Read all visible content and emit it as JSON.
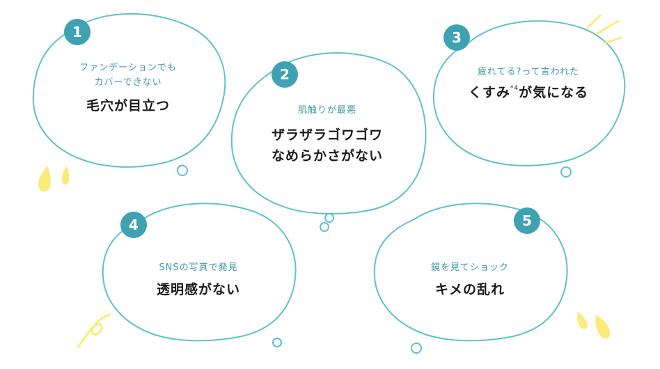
{
  "colors": {
    "outline": "#5fc1cd",
    "badge": "#3ea2b1",
    "subtext": "#3c9aa6",
    "maintext": "#1b1b1b",
    "accent": "#fbeb7a"
  },
  "bubbles": [
    {
      "number": "1",
      "sub_lines": [
        "ファンデーションでも",
        "カバーできない"
      ],
      "main_lines": [
        "毛穴が目立つ"
      ]
    },
    {
      "number": "2",
      "sub_lines": [
        "肌触りが最悪"
      ],
      "main_lines": [
        "ザラザラゴワゴワ",
        "なめらかさがない"
      ]
    },
    {
      "number": "3",
      "sub_lines": [
        "疲れてる?って言われた"
      ],
      "main_before": "くすみ",
      "main_sup": "*4",
      "main_after": "が気になる"
    },
    {
      "number": "4",
      "sub_lines": [
        "SNSの写真で発見"
      ],
      "main_lines": [
        "透明感がない"
      ]
    },
    {
      "number": "5",
      "sub_lines": [
        "鏡を見てショック"
      ],
      "main_lines": [
        "キメの乱れ"
      ]
    }
  ],
  "decorations": [
    "water-drops-icon",
    "sparkle-lines-icon",
    "squiggle-icon",
    "water-drops-icon"
  ]
}
